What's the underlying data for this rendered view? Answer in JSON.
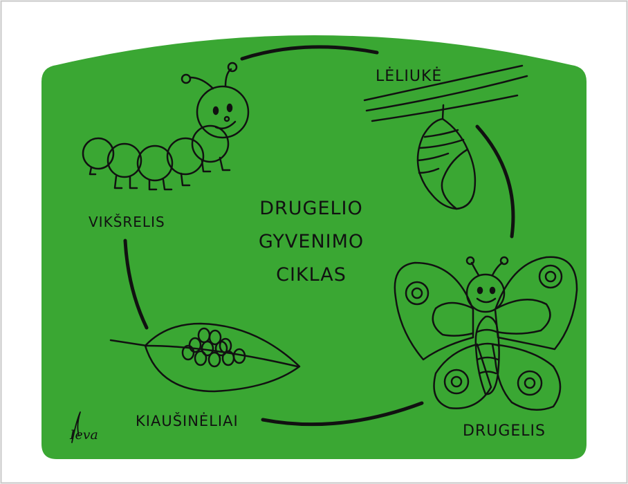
{
  "title": {
    "lines": [
      "DRUGELIO",
      "GYVENIMO",
      "CIKLAS"
    ]
  },
  "stages": {
    "chrysalis": "LĖLIUKĖ",
    "caterpillar": "VIKŠRELIS",
    "eggs": "KIAUŠINĖLIAI",
    "butterfly": "DRUGELIS"
  },
  "signature": "Ieva",
  "colors": {
    "background": "#3aa733",
    "frame": "#c8c8c8",
    "ink": "#111111"
  }
}
